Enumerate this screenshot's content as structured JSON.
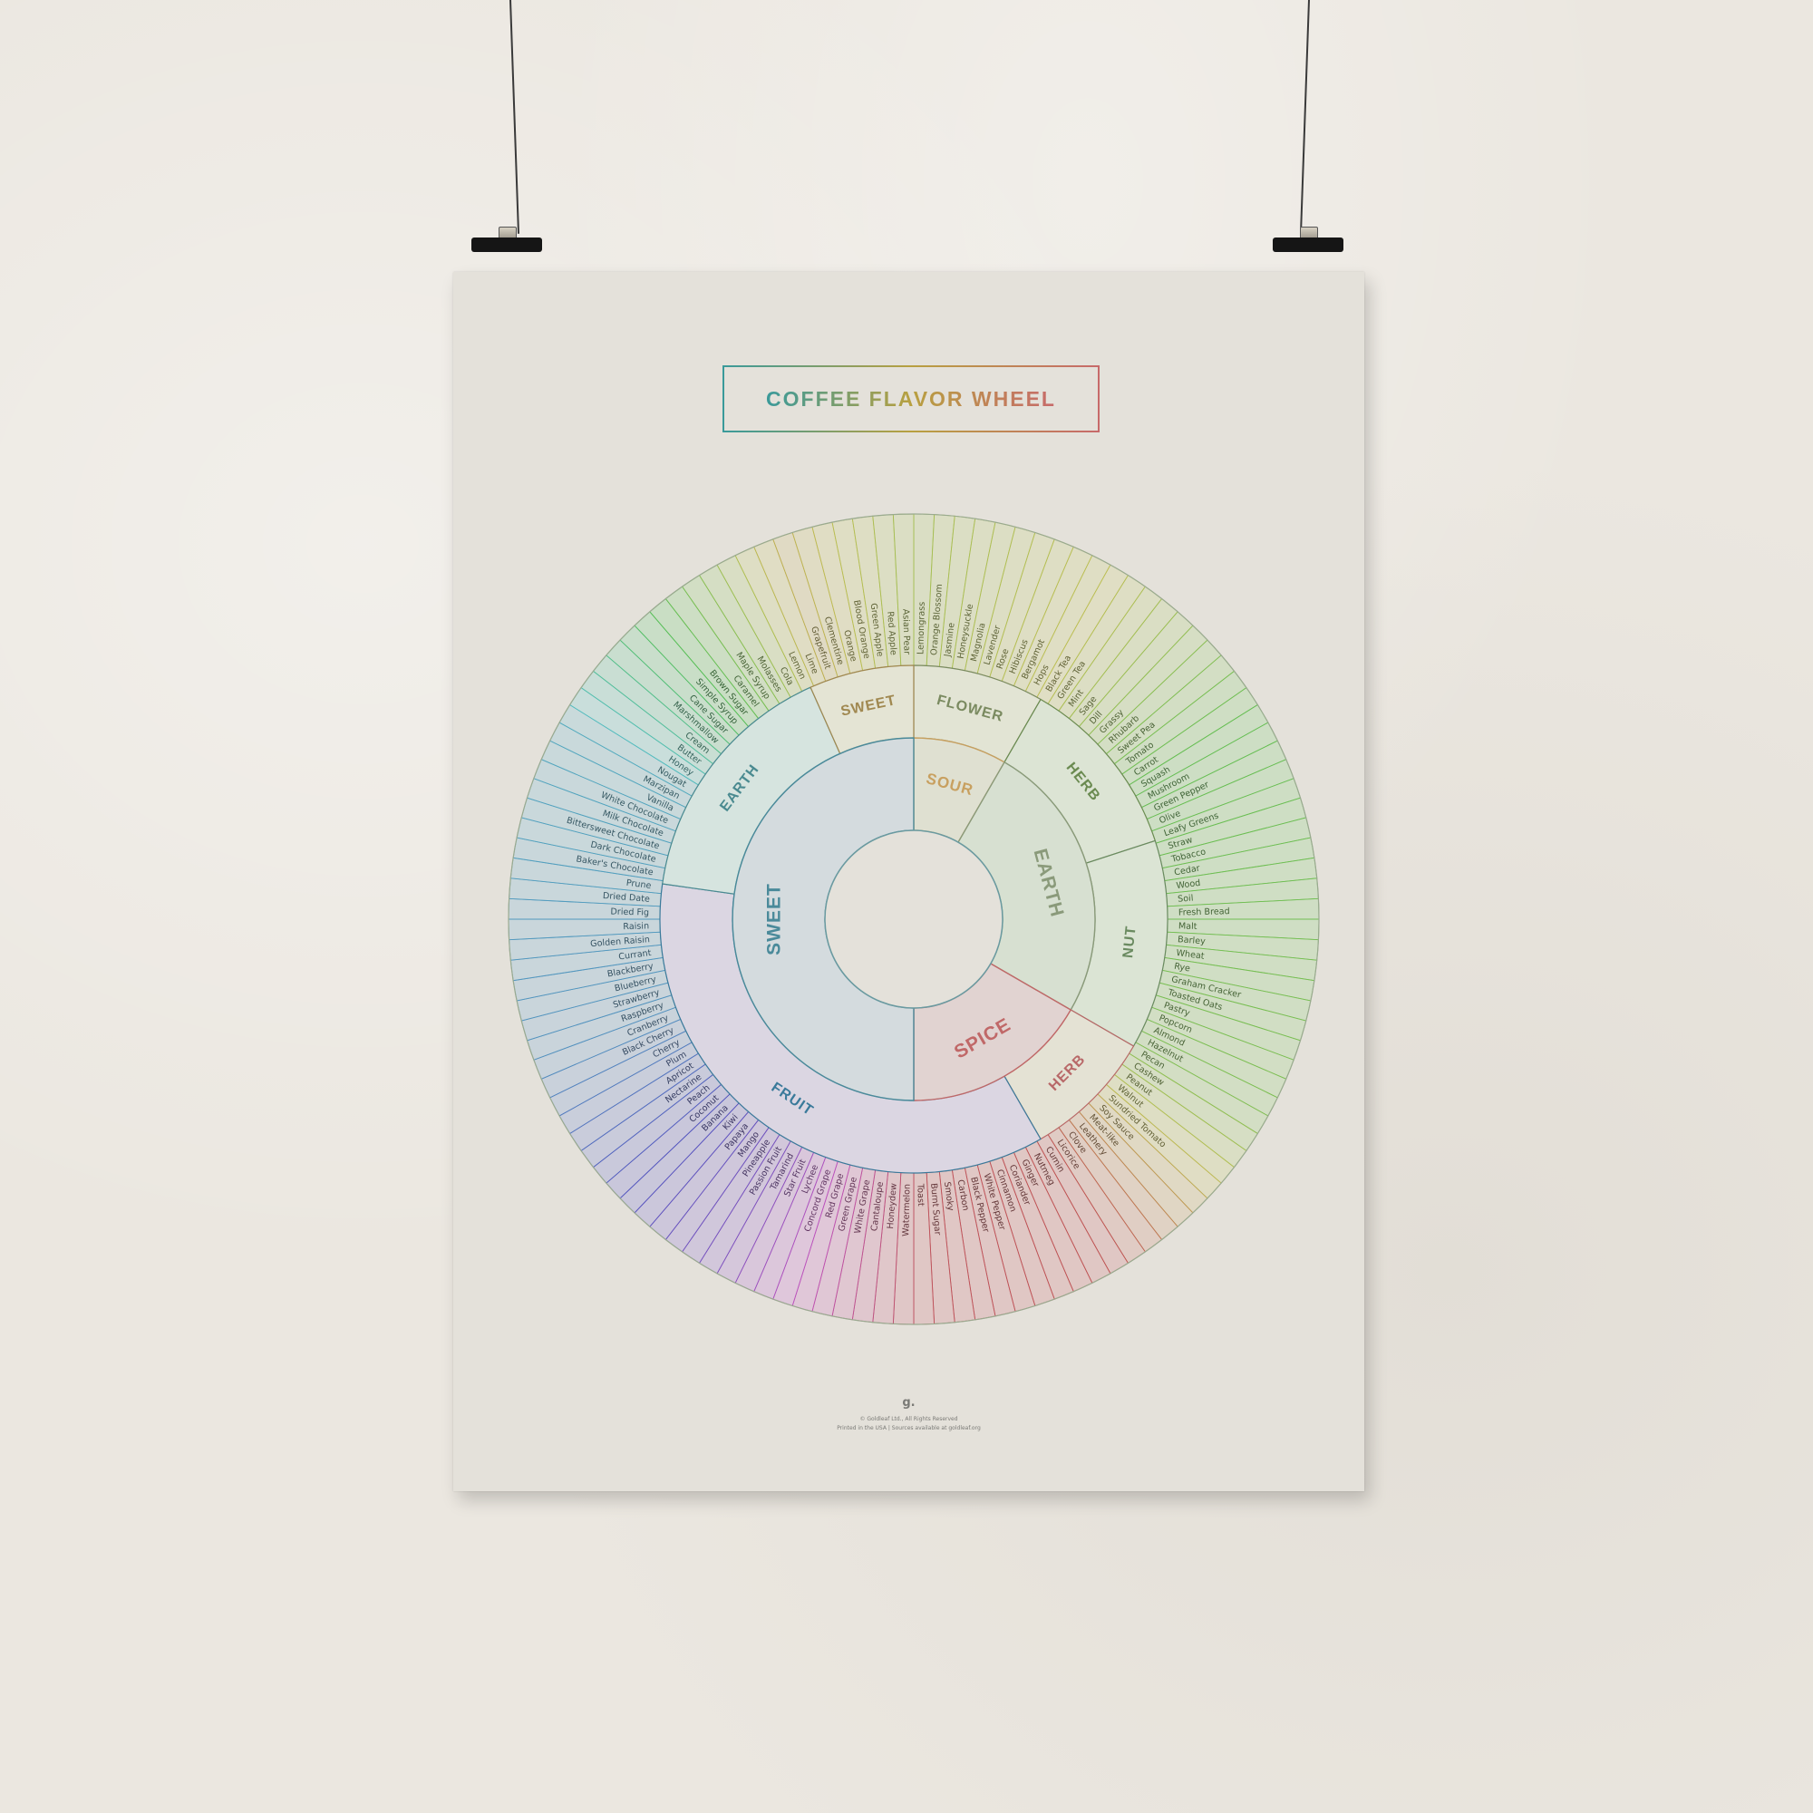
{
  "poster": {
    "title": "COFFEE FLAVOR WHEEL",
    "footer_logo": "g.",
    "footer_line1": "© Goldleaf Ltd., All Rights Reserved",
    "footer_line2": "Printed in the USA | Sources available at goldleaf.org"
  },
  "wheel": {
    "inner": [
      {
        "label": "SOUR",
        "start": 0,
        "end": 30,
        "color": "#c8a060"
      },
      {
        "label": "EARTH",
        "start": 30,
        "end": 120,
        "color": "#8a9a7a"
      },
      {
        "label": "SPICE",
        "start": 120,
        "end": 180,
        "color": "#c06868"
      },
      {
        "label": "SWEET",
        "start": 180,
        "end": 360,
        "color": "#4a8a9a"
      }
    ],
    "middle": [
      {
        "label": "FLOWER",
        "start": 0,
        "end": 30,
        "color": "#7a8a60"
      },
      {
        "label": "HERB",
        "start": 30,
        "end": 72,
        "color": "#6a8a50"
      },
      {
        "label": "NUT",
        "start": 72,
        "end": 120,
        "color": "#6a8a60"
      },
      {
        "label": "HERB",
        "start": 120,
        "end": 150,
        "color": "#b86868"
      },
      {
        "label": "FRUIT",
        "start": 150,
        "end": 278,
        "color": "#3a7a9a"
      },
      {
        "label": "EARTH",
        "start": 278,
        "end": 336,
        "color": "#4a8a90"
      },
      {
        "label": "SWEET",
        "start": 336,
        "end": 360,
        "color": "#a08850"
      }
    ],
    "outer": [
      "Lemongrass",
      "Orange Blossom",
      "Jasmine",
      "Honeysuckle",
      "Magnolia",
      "Lavender",
      "Rose",
      "Hibiscus",
      "Bergamot",
      "Hops",
      "Black Tea",
      "Green Tea",
      "Mint",
      "Sage",
      "Dill",
      "Grassy",
      "Rhubarb",
      "Sweet Pea",
      "Tomato",
      "Carrot",
      "Squash",
      "Mushroom",
      "Green Pepper",
      "Olive",
      "Leafy Greens",
      "Straw",
      "Tobacco",
      "Cedar",
      "Wood",
      "Soil",
      "Fresh Bread",
      "Malt",
      "Barley",
      "Wheat",
      "Rye",
      "Graham Cracker",
      "Toasted Oats",
      "Pastry",
      "Popcorn",
      "Almond",
      "Hazelnut",
      "Pecan",
      "Cashew",
      "Peanut",
      "Walnut",
      "Sundried Tomato",
      "Soy Sauce",
      "Meat-like",
      "Leathery",
      "Clove",
      "Licorice",
      "Cumin",
      "Nutmeg",
      "Ginger",
      "Coriander",
      "Cinnamon",
      "White Pepper",
      "Black Pepper",
      "Carbon",
      "Smoky",
      "Burnt Sugar",
      "Toast",
      "Watermelon",
      "Honeydew",
      "Cantaloupe",
      "White Grape",
      "Green Grape",
      "Red Grape",
      "Concord Grape",
      "Lychee",
      "Star Fruit",
      "Tamarind",
      "Passion Fruit",
      "Pineapple",
      "Mango",
      "Papaya",
      "Kiwi",
      "Banana",
      "Coconut",
      "Peach",
      "Nectarine",
      "Apricot",
      "Plum",
      "Cherry",
      "Black Cherry",
      "Cranberry",
      "Raspberry",
      "Strawberry",
      "Blueberry",
      "Blackberry",
      "Currant",
      "Golden Raisin",
      "Raisin",
      "Dried Fig",
      "Dried Date",
      "Prune",
      "Baker's Chocolate",
      "Dark Chocolate",
      "Bittersweet Chocolate",
      "Milk Chocolate",
      "White Chocolate",
      "Vanilla",
      "Marzipan",
      "Nougat",
      "Honey",
      "Butter",
      "Cream",
      "Marshmallow",
      "Cane Sugar",
      "Simple Syrup",
      "Brown Sugar",
      "Caramel",
      "Maple Syrup",
      "Molasses",
      "Cola",
      "Lemon",
      "Lime",
      "Grapefruit",
      "Clementine",
      "Orange",
      "Blood Orange",
      "Green Apple",
      "Red Apple",
      "Asian Pear"
    ]
  }
}
